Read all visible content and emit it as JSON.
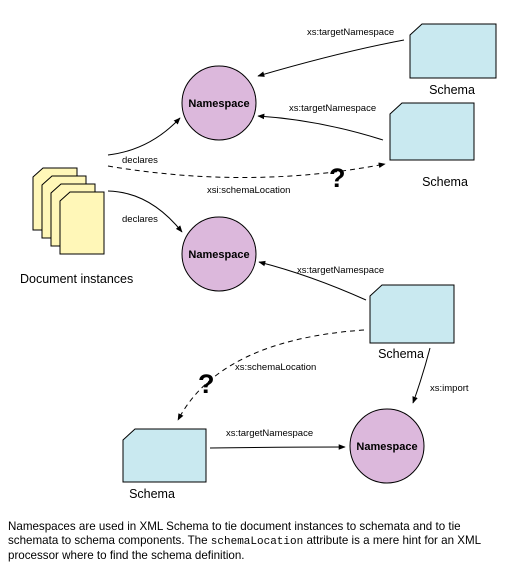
{
  "labels": {
    "namespace": "Namespace",
    "schema": "Schema",
    "document_instances": "Document instances",
    "declares": "declares",
    "xs_target_namespace": "xs:targetNamespace",
    "xsi_schema_location": "xsi:schemaLocation",
    "xs_schema_location": "xs:schemaLocation",
    "xs_import": "xs:import",
    "question_mark": "?"
  },
  "caption": {
    "part1": "Namespaces are used in XML Schema to tie document instances to schemata and to tie schemata to schema components. The ",
    "code": "schemaLocation",
    "part2": " attribute is a mere hint for an XML processor where to find the schema definition."
  },
  "colors": {
    "namespace_fill": "#dcb8dc",
    "schema_fill": "#c9e9f0",
    "document_fill": "#fff7b8",
    "stroke": "#000000"
  }
}
